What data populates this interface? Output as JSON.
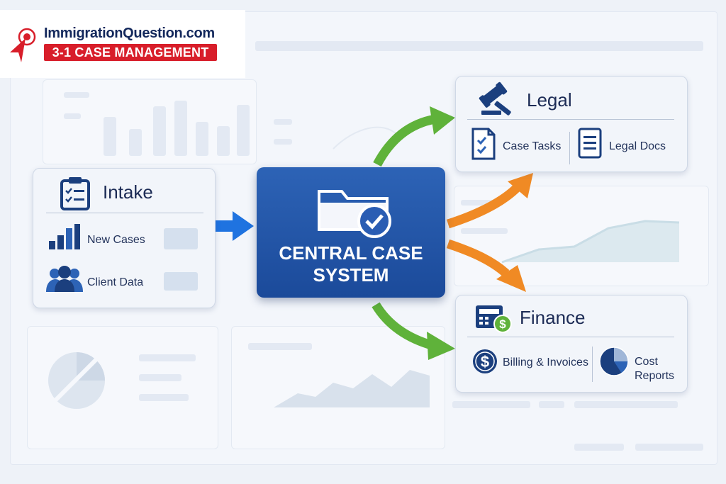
{
  "brand": {
    "name": "ImmigrationQuestion.com",
    "tagline": "3-1 CASE MANAGEMENT"
  },
  "central": {
    "title_line1": "CENTRAL CASE",
    "title_line2": "SYSTEM"
  },
  "intake": {
    "title": "Intake",
    "items": [
      {
        "label": "New Cases",
        "icon": "bar-chart-icon"
      },
      {
        "label": "Client Data",
        "icon": "users-icon"
      }
    ]
  },
  "legal": {
    "title": "Legal",
    "items": [
      {
        "label": "Case Tasks",
        "icon": "checklist-icon"
      },
      {
        "label": "Legal Docs",
        "icon": "document-icon"
      }
    ]
  },
  "finance": {
    "title": "Finance",
    "items": [
      {
        "label": "Billing & Invoices",
        "icon": "dollar-coin-icon"
      },
      {
        "label": "Cost Reports",
        "icon": "pie-chart-icon"
      }
    ]
  },
  "colors": {
    "navy": "#1b3f7e",
    "central_blue": "#2356a8",
    "arrow_blue": "#1f73e0",
    "arrow_green": "#5fb23a",
    "arrow_orange": "#f08a24",
    "brand_red": "#d81e2a"
  }
}
